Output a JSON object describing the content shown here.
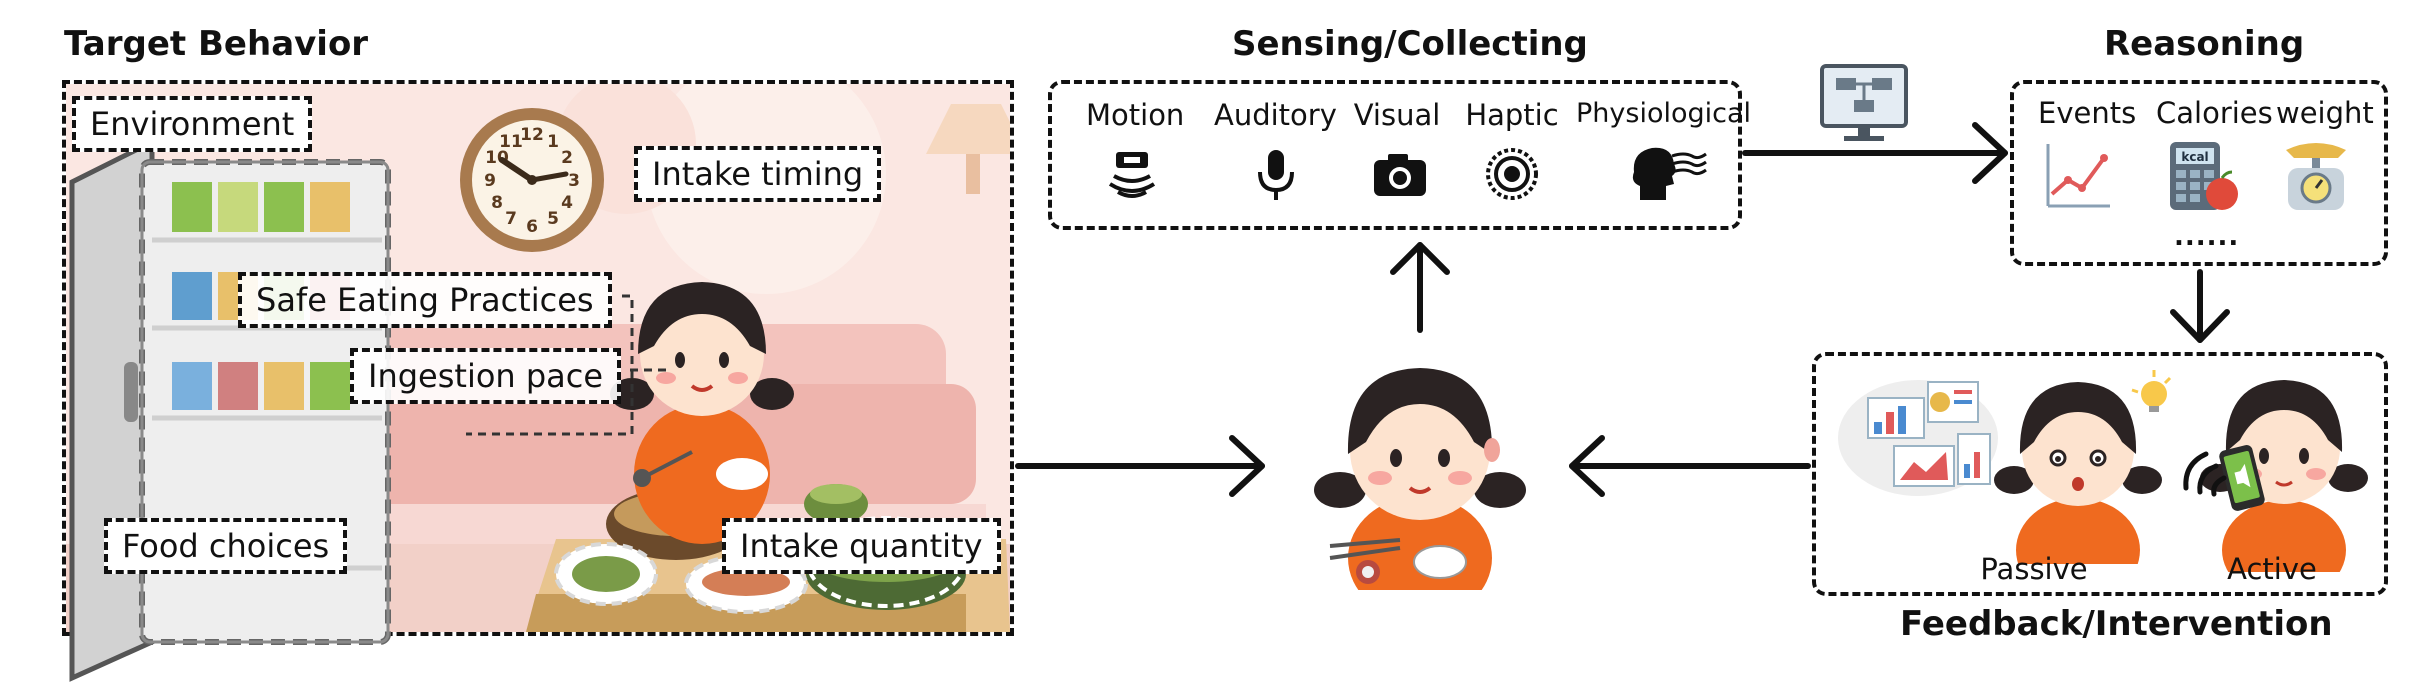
{
  "target": {
    "title": "Target Behavior",
    "labels": {
      "environment": "Environment",
      "intake_timing": "Intake timing",
      "safe_eating": "Safe Eating Practices",
      "ingestion_pace": "Ingestion pace",
      "food_choices": "Food choices",
      "intake_quantity": "Intake quantity"
    }
  },
  "sensing": {
    "title": "Sensing/Collecting",
    "items": [
      {
        "label": "Motion",
        "icon": "motion-sensor-icon"
      },
      {
        "label": "Auditory",
        "icon": "microphone-icon"
      },
      {
        "label": "Visual",
        "icon": "camera-icon"
      },
      {
        "label": "Haptic",
        "icon": "haptic-icon"
      },
      {
        "label": "Physiological",
        "icon": "head-signal-icon"
      }
    ]
  },
  "reasoning": {
    "title": "Reasoning",
    "items": [
      {
        "label": "Events",
        "icon": "line-chart-icon"
      },
      {
        "label": "Calories",
        "icon": "calorie-calculator-icon"
      },
      {
        "label": "weight",
        "icon": "weighing-scale-icon"
      }
    ],
    "more": "......"
  },
  "feedback": {
    "title": "Feedback/Intervention",
    "passive": "Passive",
    "active": "Active"
  },
  "colors": {
    "line": "#111111",
    "orange": "#ef6a1f",
    "hair": "#2b2323",
    "skin": "#fde3cf",
    "scene_bg": "#fbe6e2",
    "clock": "#a87a4e"
  }
}
